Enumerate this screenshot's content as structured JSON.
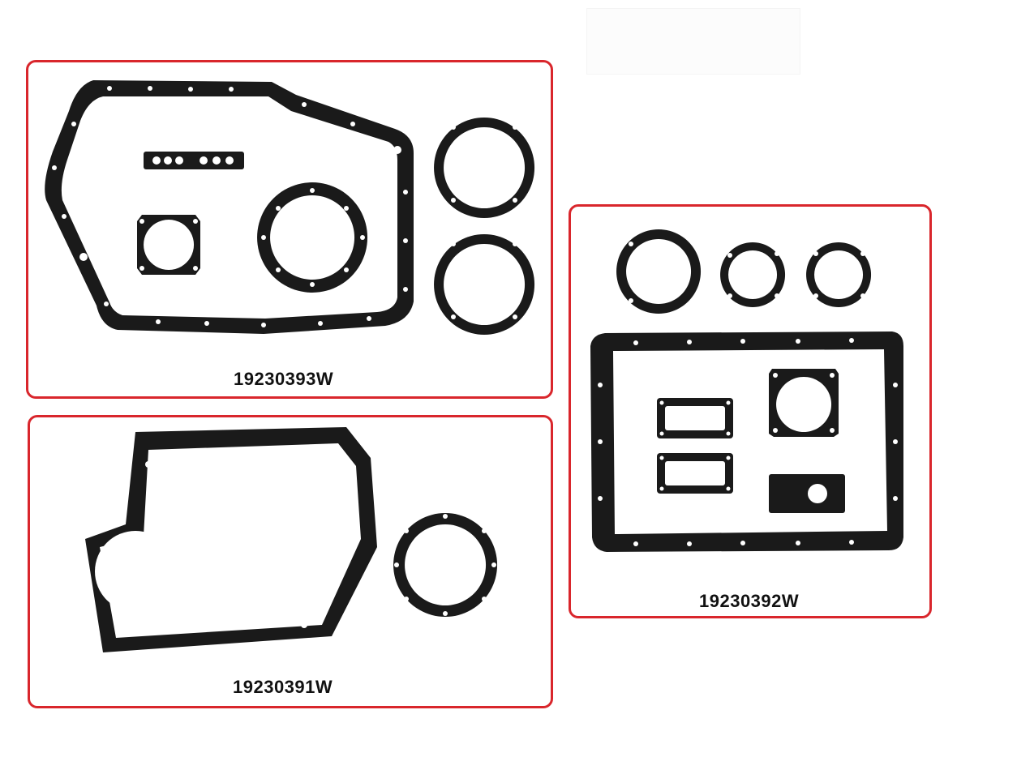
{
  "kits": [
    {
      "part_number": "19230393W"
    },
    {
      "part_number": "19230391W"
    },
    {
      "part_number": "19230392W"
    }
  ],
  "colors": {
    "frame": "#d9262c",
    "gasket": "#1a1a1a",
    "background": "#ffffff"
  }
}
